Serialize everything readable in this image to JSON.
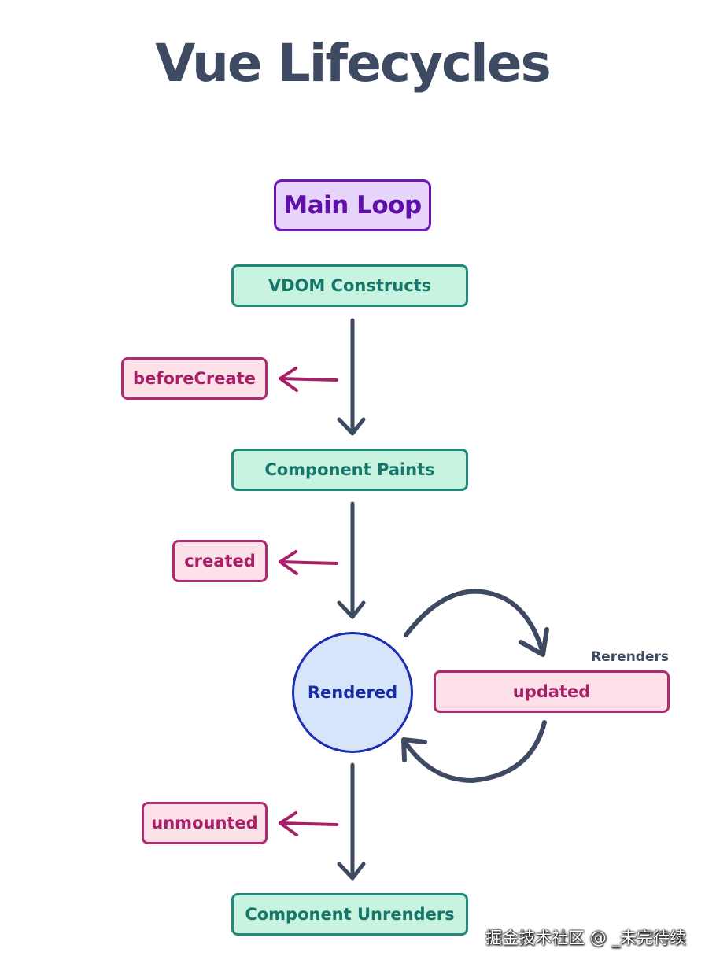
{
  "title": "Vue Lifecycles",
  "nodes": {
    "main_loop": "Main Loop",
    "vdom_constructs": "VDOM Constructs",
    "component_paints": "Component Paints",
    "rendered": "Rendered",
    "component_unrenders": "Component Unrenders"
  },
  "hooks": {
    "before_create": "beforeCreate",
    "created": "created",
    "updated": "updated",
    "unmounted": "unmounted"
  },
  "loop_label": "Rerenders",
  "watermark": "掘金技术社区 @ _未完待续",
  "colors": {
    "title": "#3e4a62",
    "main_loop_border": "#6e17b6",
    "step_border": "#1f8a78",
    "hook_border": "#b02a6f",
    "rendered_border": "#1b2fb5",
    "arrow": "#3e4a62",
    "hook_arrow": "#a81f68"
  }
}
